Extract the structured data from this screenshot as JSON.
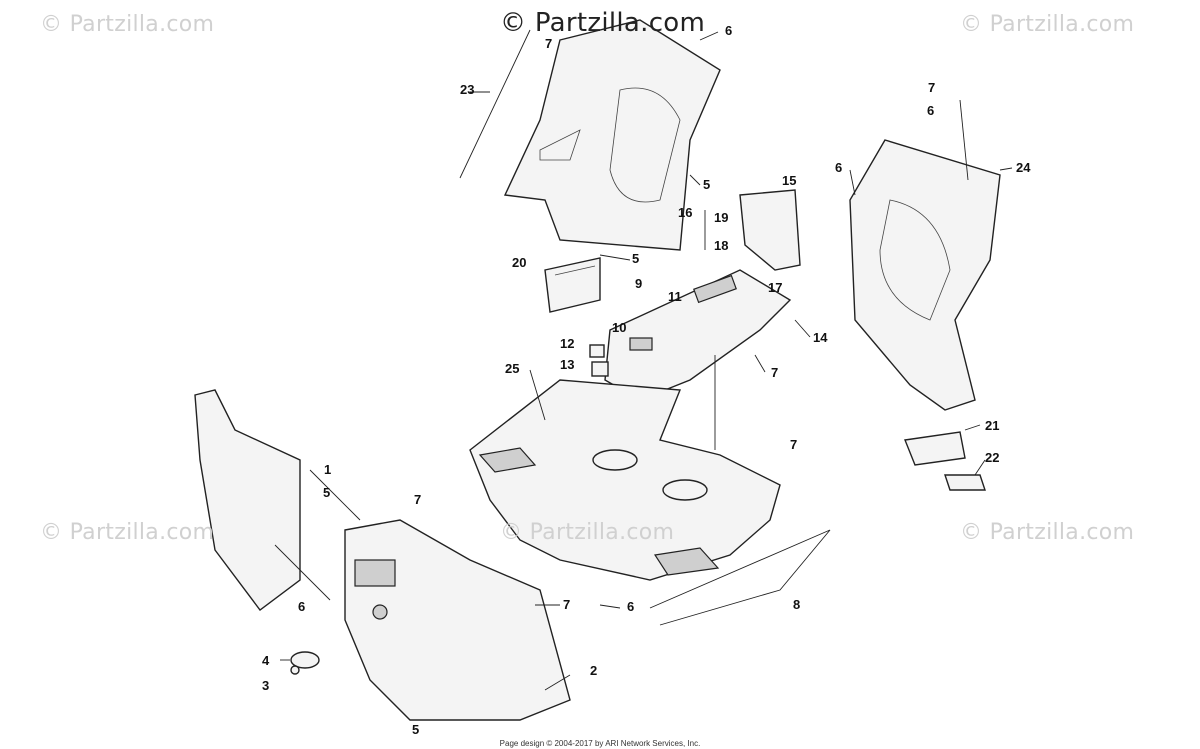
{
  "watermarks": {
    "main": "© Partzilla.com",
    "top_left": "© Partzilla.com",
    "top_right": "© Partzilla.com",
    "mid_left": "© Partzilla.com",
    "mid_center": "© Partzilla.com",
    "mid_right": "© Partzilla.com"
  },
  "footer_text": "Page design © 2004-2017 by ARI Network Services, Inc.",
  "callouts": {
    "c1": "1",
    "c2": "2",
    "c3": "3",
    "c4": "4",
    "c5a": "5",
    "c5b": "5",
    "c5c": "5",
    "c5d": "5",
    "c6a": "6",
    "c6b": "6",
    "c6c": "6",
    "c6d": "6",
    "c6e": "6",
    "c7a": "7",
    "c7b": "7",
    "c7c": "7",
    "c7d": "7",
    "c7e": "7",
    "c7f": "7",
    "c8": "8",
    "c9": "9",
    "c10": "10",
    "c11": "11",
    "c12": "12",
    "c13": "13",
    "c14": "14",
    "c15": "15",
    "c16": "16",
    "c17": "17",
    "c18": "18",
    "c19": "19",
    "c20": "20",
    "c21": "21",
    "c22": "22",
    "c23": "23",
    "c24": "24",
    "c25": "25"
  }
}
